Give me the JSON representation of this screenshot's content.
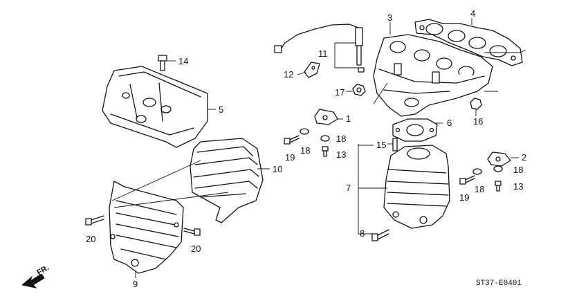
{
  "diagram": {
    "part_numbers": {
      "p1": "1",
      "p2": "2",
      "p3": "3",
      "p4": "4",
      "p5": "5",
      "p6": "6",
      "p7": "7",
      "p8": "8",
      "p9": "9",
      "p10": "10",
      "p11": "11",
      "p12": "12",
      "p13a": "13",
      "p13b": "13",
      "p14": "14",
      "p15": "15",
      "p16": "16",
      "p17": "17",
      "p18a": "18",
      "p18b": "18",
      "p18c": "18",
      "p18d": "18",
      "p19a": "19",
      "p19b": "19",
      "p20a": "20",
      "p20b": "20"
    },
    "front_label": "FR.",
    "drawing_code": "ST37-E0401"
  }
}
